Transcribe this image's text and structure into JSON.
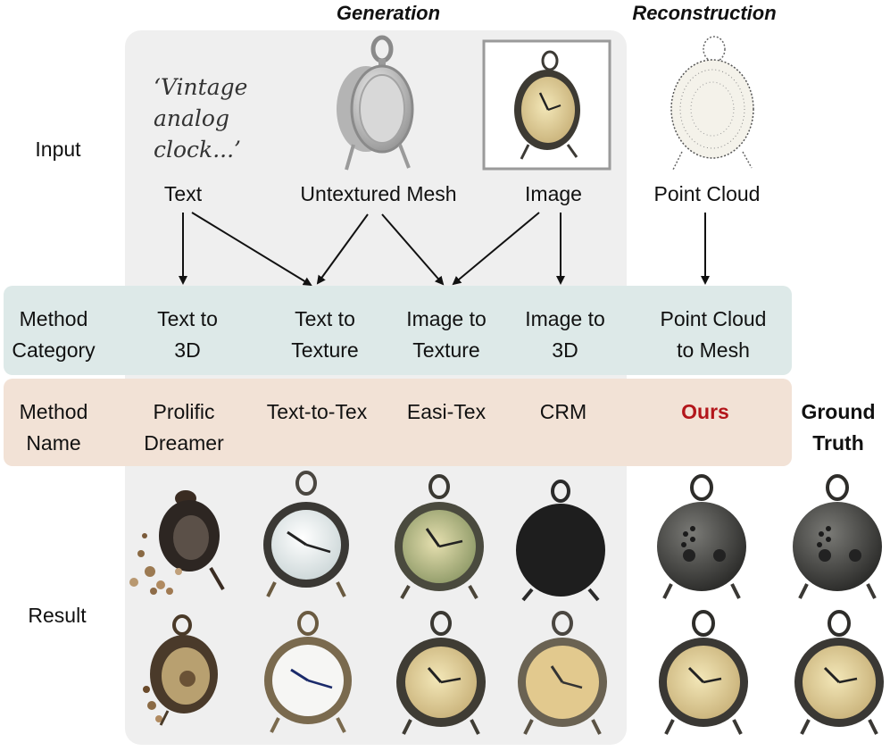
{
  "headers": {
    "generation": "Generation",
    "reconstruction": "Reconstruction"
  },
  "rows": {
    "input": "Input",
    "result": "Result"
  },
  "prompt": {
    "line1": "‘Vintage",
    "line2": "analog",
    "line3": "clock...’"
  },
  "inputs": {
    "text": "Text",
    "mesh": "Untextured Mesh",
    "image": "Image",
    "point_cloud": "Point Cloud"
  },
  "method_category": {
    "label1": "Method",
    "label2": "Category",
    "cells": [
      [
        "Text to",
        "3D"
      ],
      [
        "Text to",
        "Texture"
      ],
      [
        "Image to",
        "Texture"
      ],
      [
        "Image to",
        "3D"
      ],
      [
        "Point Cloud",
        "to Mesh"
      ]
    ]
  },
  "method_name": {
    "label1": "Method",
    "label2": "Name",
    "prolific1": "Prolific",
    "prolific2": "Dreamer",
    "text_to_tex": "Text-to-Tex",
    "easi_tex": "Easi-Tex",
    "crm": "CRM",
    "ours": "Ours",
    "gt1": "Ground",
    "gt2": "Truth"
  },
  "colors": {
    "ours": "#b3161b",
    "category_band": "#dde9e8",
    "name_band": "#f2e2d6",
    "panel": "#efefef"
  }
}
